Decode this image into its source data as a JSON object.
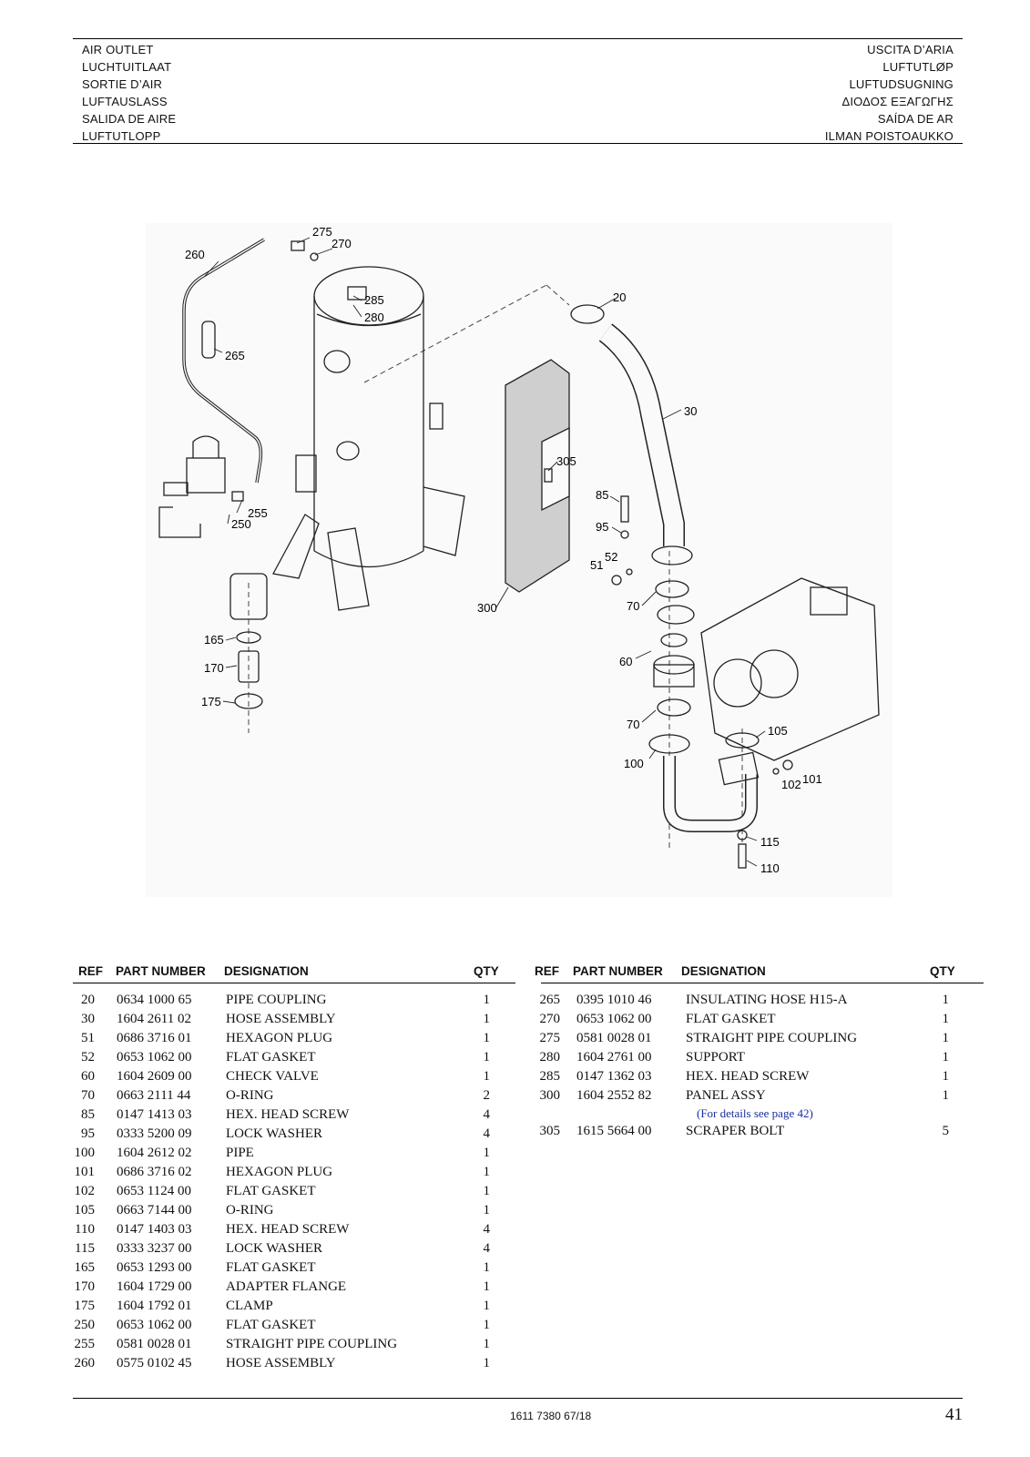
{
  "header": {
    "left": [
      "AIR OUTLET",
      "LUCHTUITLAAT",
      "SORTIE D’AIR",
      "LUFTAUSLASS",
      "SALIDA DE AIRE",
      "LUFTUTLOPP"
    ],
    "right": [
      "USCITA D’ARIA",
      "LUFTUTLØP",
      "LUFTUDSUGNING",
      "ΔΙΟΔΟΣ ΕΞΑΓΩΓΗΣ",
      "SAÍDA DE AR",
      "ILMAN POISTOAUKKO"
    ]
  },
  "diagram": {
    "callouts": [
      "275",
      "270",
      "260",
      "265",
      "285",
      "280",
      "20",
      "30",
      "305",
      "85",
      "95",
      "52",
      "51",
      "255",
      "250",
      "300",
      "70",
      "60",
      "165",
      "170",
      "175",
      "70",
      "105",
      "100",
      "102",
      "101",
      "115",
      "110"
    ]
  },
  "table_headers": {
    "ref": "REF",
    "part_number": "PART NUMBER",
    "designation": "DESIGNATION",
    "qty": "QTY"
  },
  "parts_left": [
    {
      "ref": "20",
      "part": "0634 1000 65",
      "designation": "PIPE COUPLING",
      "qty": "1"
    },
    {
      "ref": "30",
      "part": "1604 2611 02",
      "designation": "HOSE ASSEMBLY",
      "qty": "1"
    },
    {
      "ref": "51",
      "part": "0686 3716 01",
      "designation": "HEXAGON PLUG",
      "qty": "1"
    },
    {
      "ref": "52",
      "part": "0653 1062 00",
      "designation": "FLAT GASKET",
      "qty": "1"
    },
    {
      "ref": "60",
      "part": "1604 2609 00",
      "designation": "CHECK VALVE",
      "qty": "1"
    },
    {
      "ref": "70",
      "part": "0663 2111 44",
      "designation": "O-RING",
      "qty": "2"
    },
    {
      "ref": "85",
      "part": "0147 1413 03",
      "designation": "HEX. HEAD SCREW",
      "qty": "4"
    },
    {
      "ref": "95",
      "part": "0333 5200 09",
      "designation": "LOCK WASHER",
      "qty": "4"
    },
    {
      "ref": "100",
      "part": "1604 2612 02",
      "designation": "PIPE",
      "qty": "1"
    },
    {
      "ref": "101",
      "part": "0686 3716 02",
      "designation": "HEXAGON PLUG",
      "qty": "1"
    },
    {
      "ref": "102",
      "part": "0653 1124 00",
      "designation": "FLAT GASKET",
      "qty": "1"
    },
    {
      "ref": "105",
      "part": "0663 7144 00",
      "designation": "O-RING",
      "qty": "1"
    },
    {
      "ref": "110",
      "part": "0147 1403 03",
      "designation": "HEX. HEAD SCREW",
      "qty": "4"
    },
    {
      "ref": "115",
      "part": "0333 3237 00",
      "designation": "LOCK WASHER",
      "qty": "4"
    },
    {
      "ref": "165",
      "part": "0653 1293 00",
      "designation": "FLAT GASKET",
      "qty": "1"
    },
    {
      "ref": "170",
      "part": "1604 1729 00",
      "designation": "ADAPTER FLANGE",
      "qty": "1"
    },
    {
      "ref": "175",
      "part": "1604 1792 01",
      "designation": "CLAMP",
      "qty": "1"
    },
    {
      "ref": "250",
      "part": "0653 1062 00",
      "designation": "FLAT GASKET",
      "qty": "1"
    },
    {
      "ref": "255",
      "part": "0581 0028 01",
      "designation": "STRAIGHT PIPE COUPLING",
      "qty": "1"
    },
    {
      "ref": "260",
      "part": "0575 0102 45",
      "designation": "HOSE ASSEMBLY",
      "qty": "1"
    }
  ],
  "parts_right": [
    {
      "ref": "265",
      "part": "0395 1010 46",
      "designation": "INSULATING HOSE H15-A",
      "qty": "1"
    },
    {
      "ref": "270",
      "part": "0653 1062 00",
      "designation": "FLAT GASKET",
      "qty": "1"
    },
    {
      "ref": "275",
      "part": "0581 0028 01",
      "designation": "STRAIGHT PIPE COUPLING",
      "qty": "1"
    },
    {
      "ref": "280",
      "part": "1604 2761 00",
      "designation": "SUPPORT",
      "qty": "1"
    },
    {
      "ref": "285",
      "part": "0147 1362 03",
      "designation": "HEX. HEAD SCREW",
      "qty": "1"
    },
    {
      "ref": "300",
      "part": "1604 2552 82",
      "designation": "PANEL ASSY",
      "qty": "1",
      "note": "(For details see page 42)"
    },
    {
      "ref": "305",
      "part": "1615 5664 00",
      "designation": "SCRAPER BOLT",
      "qty": "5"
    }
  ],
  "footer": {
    "doc_id": "1611 7380 67/18",
    "page": "41"
  },
  "colors": {
    "note": "#1a2fa0",
    "line": "#000000"
  }
}
